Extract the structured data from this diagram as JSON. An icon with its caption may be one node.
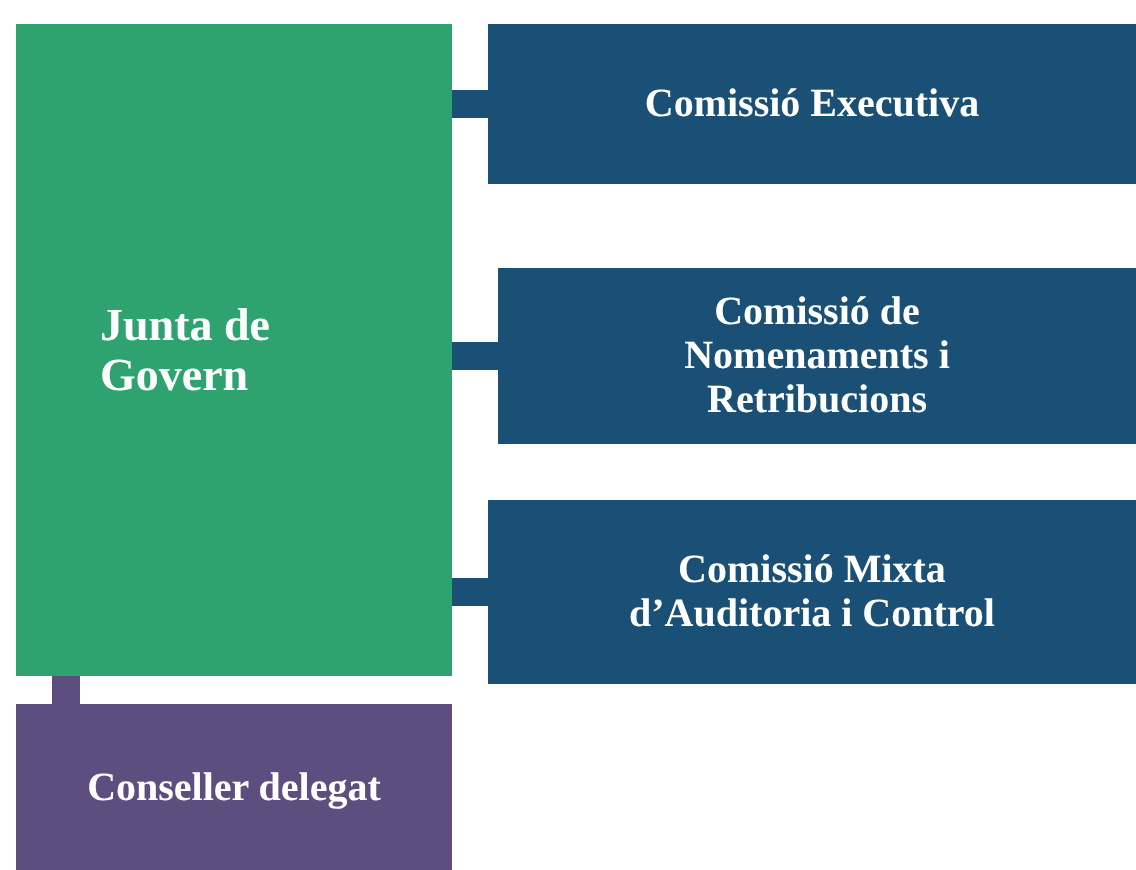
{
  "diagram": {
    "nodes": [
      {
        "text": [
          "Junta de Govern"
        ]
      },
      {
        "text": [
          "Comissió Executiva"
        ]
      },
      {
        "text": [
          "Comissió de Nomenaments i Retribucions"
        ]
      },
      {
        "text": [
          "Comissió Mixta d’Auditoria i Control"
        ]
      },
      {
        "text": [
          "Conseller delegat"
        ]
      }
    ],
    "edges": [
      {
        "from": 0,
        "to": 1,
        "arrow": "none"
      },
      {
        "from": 0,
        "to": 2,
        "arrow": "none"
      },
      {
        "from": 0,
        "to": 3,
        "arrow": "none"
      },
      {
        "from": 0,
        "to": 4,
        "arrow": "none",
        "color": "#5e4d7f"
      }
    ]
  }
}
